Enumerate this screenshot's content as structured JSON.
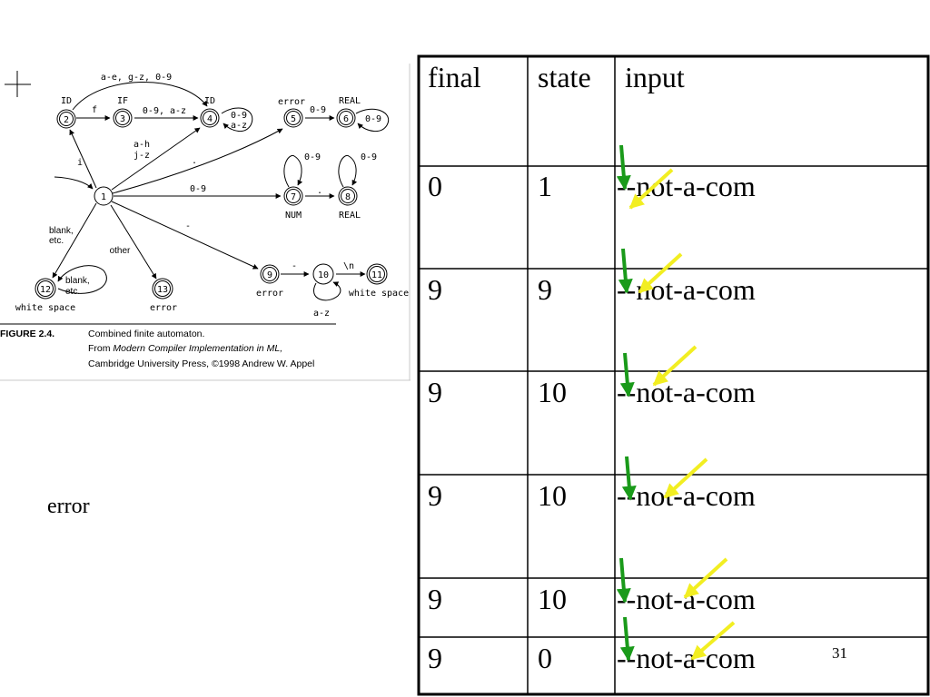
{
  "figure": {
    "edge_labels": {
      "top_loop": "a-e, g-z, 0-9",
      "f": "f",
      "e3_4": "0-9, a-z",
      "ah": "a-h",
      "jz": "j-z",
      "i": "i",
      "dot_to5": ".",
      "e5_6": "0-9",
      "e1_7": "0-9",
      "loop7": "0-9",
      "loop8": "0-9",
      "dot78": ".",
      "dash_to9": "-",
      "dash910": "-",
      "nl": "\\n",
      "loop10": "a-z",
      "blank": "blank,",
      "etc": "etc.",
      "other": "other",
      "loop12a": "blank,",
      "loop12b": "etc.",
      "loop4a": "0-9",
      "loop4b": "a-z",
      "loop6": "0-9"
    },
    "state_labels": {
      "s2": "ID",
      "s3": "IF",
      "s4": "ID",
      "s5": "error",
      "s6": "REAL",
      "s7": "NUM",
      "s8": "REAL",
      "s9": "error",
      "s11": "white space",
      "s12": "white space",
      "s13": "error"
    },
    "states": [
      "1",
      "2",
      "3",
      "4",
      "5",
      "6",
      "7",
      "8",
      "9",
      "10",
      "11",
      "12",
      "13"
    ],
    "caption": {
      "label": "FIGURE 2.4.",
      "title": "Combined finite automaton.",
      "from": "From ",
      "book": "Modern Compiler Implementation in ML,",
      "publisher": "Cambridge University Press, ©1998 Andrew W. Appel"
    }
  },
  "side_text": "error",
  "table": {
    "headers": [
      "final",
      "state",
      "input"
    ],
    "rows": [
      {
        "final": "0",
        "state": "1",
        "input": "--not-a-com"
      },
      {
        "final": "9",
        "state": "9",
        "input": "--not-a-com"
      },
      {
        "final": "9",
        "state": "10",
        "input": "--not-a-com"
      },
      {
        "final": "9",
        "state": "10",
        "input": "--not-a-com"
      },
      {
        "final": "9",
        "state": "10",
        "input": "--not-a-com"
      },
      {
        "final": "9",
        "state": "0",
        "input": "--not-a-com"
      }
    ]
  },
  "page_number": "31",
  "colors": {
    "green_arrow": "#1a9a1a",
    "yellow_arrow": "#f2ee22"
  }
}
